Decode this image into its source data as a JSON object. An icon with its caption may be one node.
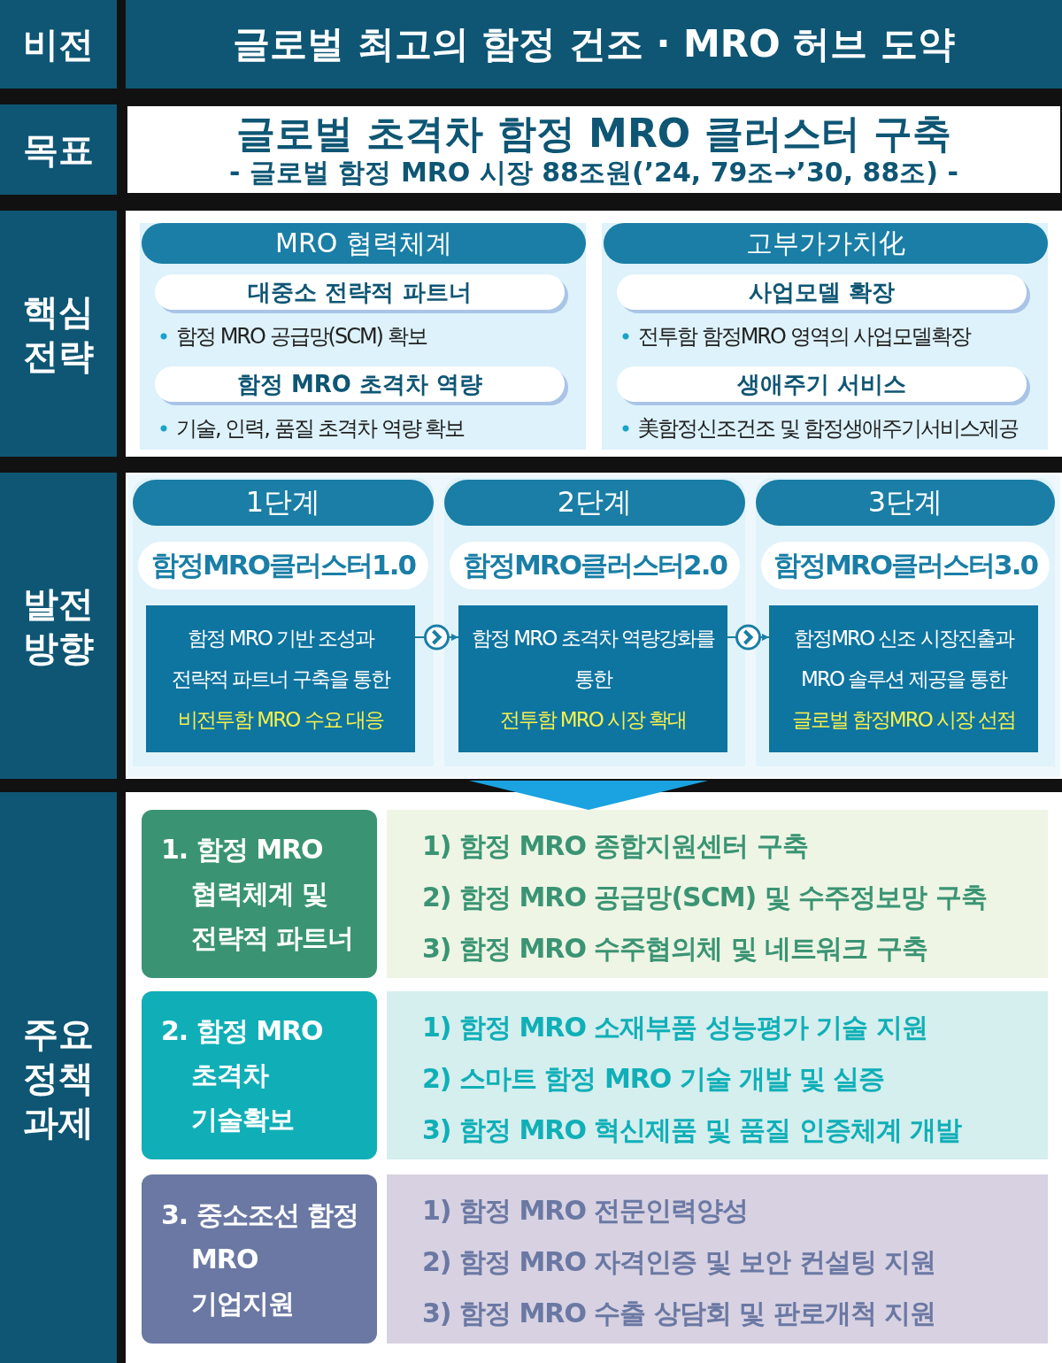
{
  "diagram": {
    "nodes": [
      {
        "text": [
          "비전"
        ]
      },
      {
        "text": [
          "글로벌 최고의 함정 건조 · MRO 허브 도약"
        ]
      },
      {
        "text": [
          "목표"
        ]
      },
      {
        "text": [
          "글로벌 초격차 함정 MRO 클러스터 구축",
          "- 글로벌 함정 MRO 시장 88조원(’24, 79조→’30, 88조) -"
        ]
      },
      {
        "text": [
          "핵심 전략"
        ]
      },
      {
        "text": [
          "MRO 협력체계"
        ]
      },
      {
        "text": [
          "대중소 전략적 파트너"
        ],
        "in": 5,
        "beside": [
          "함정 MRO 공급망(SCM) 확보"
        ]
      },
      {
        "text": [
          "함정 MRO 초격차 역량"
        ],
        "in": 5,
        "beside": [
          "기술, 인력, 품질 초격차 역량 확보"
        ]
      },
      {
        "text": [
          "고부가가치化"
        ]
      },
      {
        "text": [
          "사업모델 확장"
        ],
        "in": 8,
        "beside": [
          "전투함 함정MRO 영역의 사업모델확장"
        ]
      },
      {
        "text": [
          "생애주기 서비스"
        ],
        "in": 8,
        "beside": [
          "美함정신조건조 및 함정생애주기서비스제공"
        ]
      },
      {
        "text": [
          "발전 방향"
        ]
      },
      {
        "text": [
          "1단계",
          "함정MRO클러스터1.0"
        ]
      },
      {
        "text": [
          "함정 MRO 기반 조성과 전략적 파트너 구축을 통한",
          "비전투함 MRO 수요 대응"
        ],
        "in": 12
      },
      {
        "text": [
          "2단계",
          "함정MRO클러스터2.0"
        ]
      },
      {
        "text": [
          "함정 MRO 초격차 역량강화를 통한",
          "전투함 MRO 시장 확대"
        ],
        "in": 14
      },
      {
        "text": [
          "3단계",
          "함정MRO클러스터3.0"
        ]
      },
      {
        "text": [
          "함정MRO 신조 시장진출과 MRO 솔루션 제공을 통한",
          "글로벌 함정MRO 시장 선점"
        ],
        "in": 16
      },
      {
        "text": [
          "주요 정책 과제"
        ]
      },
      {
        "text": [],
        "shape": "triangle"
      },
      {
        "text": [
          "1. 함정 MRO 협력체계 및 전략적 파트너"
        ]
      },
      {
        "text": [
          "1) 함정 MRO 종합지원센터 구축",
          "2) 함정 MRO 공급망(SCM) 및 수주정보망 구축",
          "3) 함정 MRO 수주협의체 및 네트워크 구축"
        ]
      },
      {
        "text": [
          "2. 함정 MRO 초격차 기술확보"
        ]
      },
      {
        "text": [
          "1) 함정 MRO 소재부품 성능평가 기술 지원",
          "2) 스마트 함정 MRO 기술 개발 및 실증",
          "3) 함정 MRO 혁신제품 및 품질 인증체계 개발"
        ]
      },
      {
        "text": [
          "3. 중소조선 함정 MRO 기업지원"
        ]
      },
      {
        "text": [
          "1) 함정 MRO 전문인력양성",
          "2) 함정 MRO 자격인증 및 보안 컨설팅 지원",
          "3) 함정 MRO 수출 상담회 및 판로개척 지원"
        ]
      }
    ],
    "edges": [
      {
        "from": 13,
        "to": 15,
        "arrow": "to"
      },
      {
        "from": 15,
        "to": 17,
        "arrow": "to"
      }
    ]
  }
}
